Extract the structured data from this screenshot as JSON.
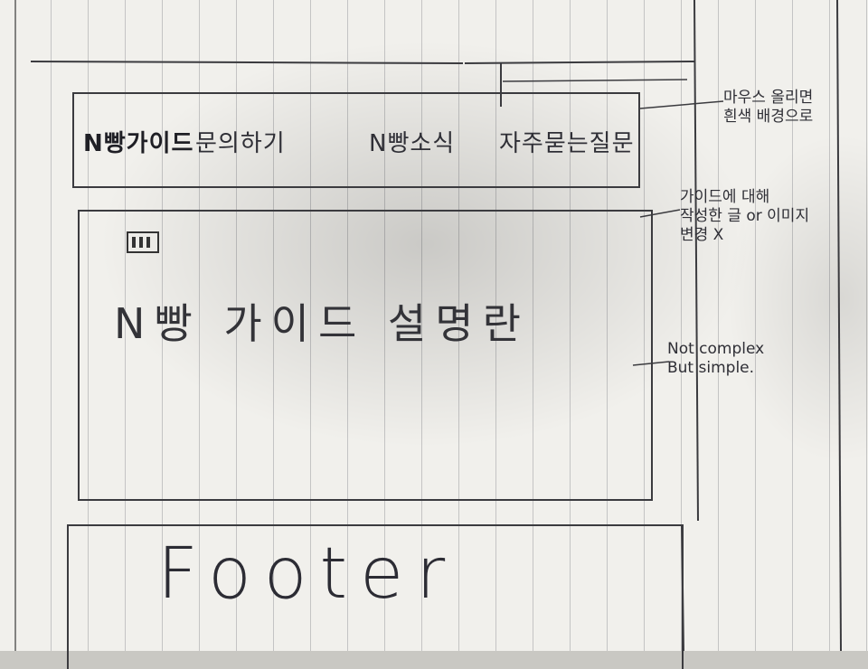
{
  "nav": {
    "items": [
      "N빵가이드",
      "문의하기",
      "N빵소식",
      "자주묻는질문"
    ]
  },
  "content": {
    "title": "N빵 가이드 설명란"
  },
  "footer": {
    "label": "Footer"
  },
  "notes": {
    "hover": [
      "마우스 올리면",
      "흰색 배경으로"
    ],
    "list": [
      "가이드에 대해",
      "작성한 글 or 이미지",
      "변경 X"
    ],
    "simple": [
      "Not complex",
      "But simple."
    ]
  },
  "colors": {
    "ink": "#2f2f36",
    "paper": "#f1f0ec",
    "rule": "#c4c4c4"
  }
}
